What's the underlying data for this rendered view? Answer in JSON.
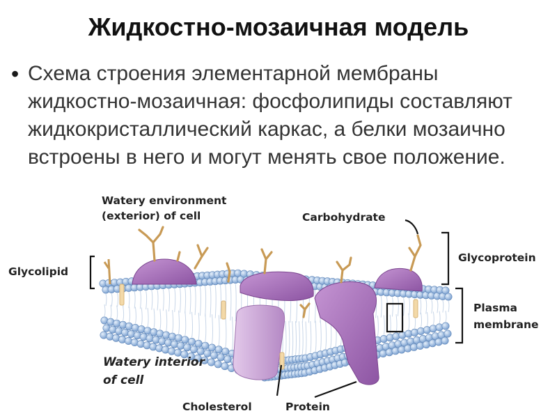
{
  "slide": {
    "title": "Жидкостно-мозаичная модель",
    "bullet": "Схема строения элементарной мембраны жидкостно-мозаичная: фосфолипиды составляют жидкокристаллический каркас, а белки мозаично встроены в него и могут менять свое положение."
  },
  "diagram": {
    "labels": {
      "exterior_line1": "Watery environment",
      "exterior_line2": "(exterior) of cell",
      "carbohydrate": "Carbohydrate",
      "glycolipid": "Glycolipid",
      "glycoprotein": "Glycoprotein",
      "plasma_line1": "Plasma",
      "plasma_line2": "membrane",
      "interior_line1": "Watery interior",
      "interior_line2": "of cell",
      "cholesterol": "Cholesterol",
      "protein": "Protein"
    },
    "colors": {
      "protein": "#a673b9",
      "protein_dark": "#8a4f9f",
      "head": "#a9c6ea",
      "carbohydrate": "#c89a55",
      "cholesterol": "#f3d9a8",
      "bracket": "#111111"
    }
  }
}
